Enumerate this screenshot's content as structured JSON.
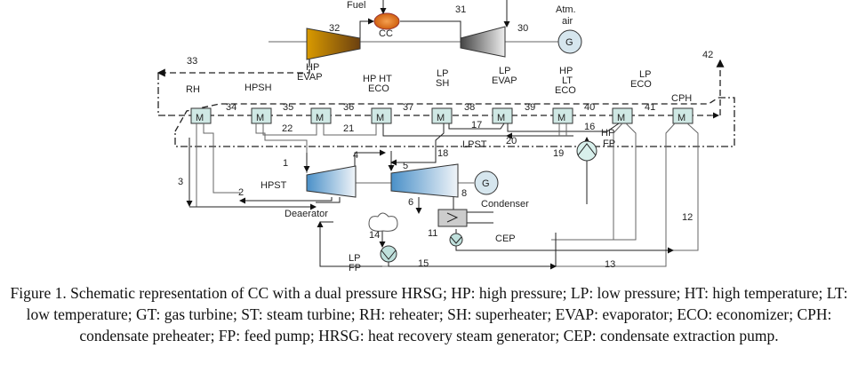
{
  "gas_turbine": {
    "fuel": "Fuel",
    "cc": "CC",
    "atm_air_1": "Atm.",
    "atm_air_2": "air",
    "generator": "G",
    "streams": {
      "s30": "30",
      "s31": "31",
      "s32": "32",
      "s33": "33"
    }
  },
  "hrsg": {
    "sections": {
      "hp_evap_1": "HP",
      "hp_evap_2": "EVAP",
      "hp_ht_eco_1": "HP HT",
      "hp_ht_eco_2": "ECO",
      "lp_sh_1": "LP",
      "lp_sh_2": "SH",
      "lp_evap_1": "LP",
      "lp_evap_2": "EVAP",
      "hp_lt_eco_1": "HP",
      "hp_lt_eco_2": "LT",
      "hp_lt_eco_3": "ECO",
      "lp_eco_1": "LP",
      "lp_eco_2": "ECO",
      "rh": "RH",
      "hpsh": "HPSH",
      "cph": "CPH"
    },
    "hx_label": "M",
    "streams": {
      "s34": "34",
      "s35": "35",
      "s36": "36",
      "s37": "37",
      "s38": "38",
      "s39": "39",
      "s40": "40",
      "s41": "41",
      "s42": "42"
    }
  },
  "steam_cycle": {
    "hpst": "HPST",
    "lpst": "LPST",
    "generator": "G",
    "deaerator": "Deaerator",
    "condenser": "Condenser",
    "cep": "CEP",
    "hp_fp_1": "HP",
    "hp_fp_2": "FP",
    "lp_fp_1": "LP",
    "lp_fp_2": "FP",
    "streams": {
      "s1": "1",
      "s2": "2",
      "s3": "3",
      "s4": "4",
      "s5": "5",
      "s6": "6",
      "s8": "8",
      "s11": "11",
      "s12": "12",
      "s13": "13",
      "s14": "14",
      "s15": "15",
      "s16": "16",
      "s17": "17",
      "s18": "18",
      "s19": "19",
      "s20": "20",
      "s21": "21",
      "s22": "22"
    }
  },
  "caption": "Figure 1. Schematic representation of CC with a dual pressure HRSG; HP: high pressure; LP: low pressure; HT: high temperature; LT: low temperature; GT: gas turbine; ST: steam turbine; RH: reheater; SH: superheater; EVAP: evaporator; ECO: economizer; CPH: condensate preheater; FP: feed pump; HRSG: heat recovery steam generator; CEP: condensate extraction pump."
}
